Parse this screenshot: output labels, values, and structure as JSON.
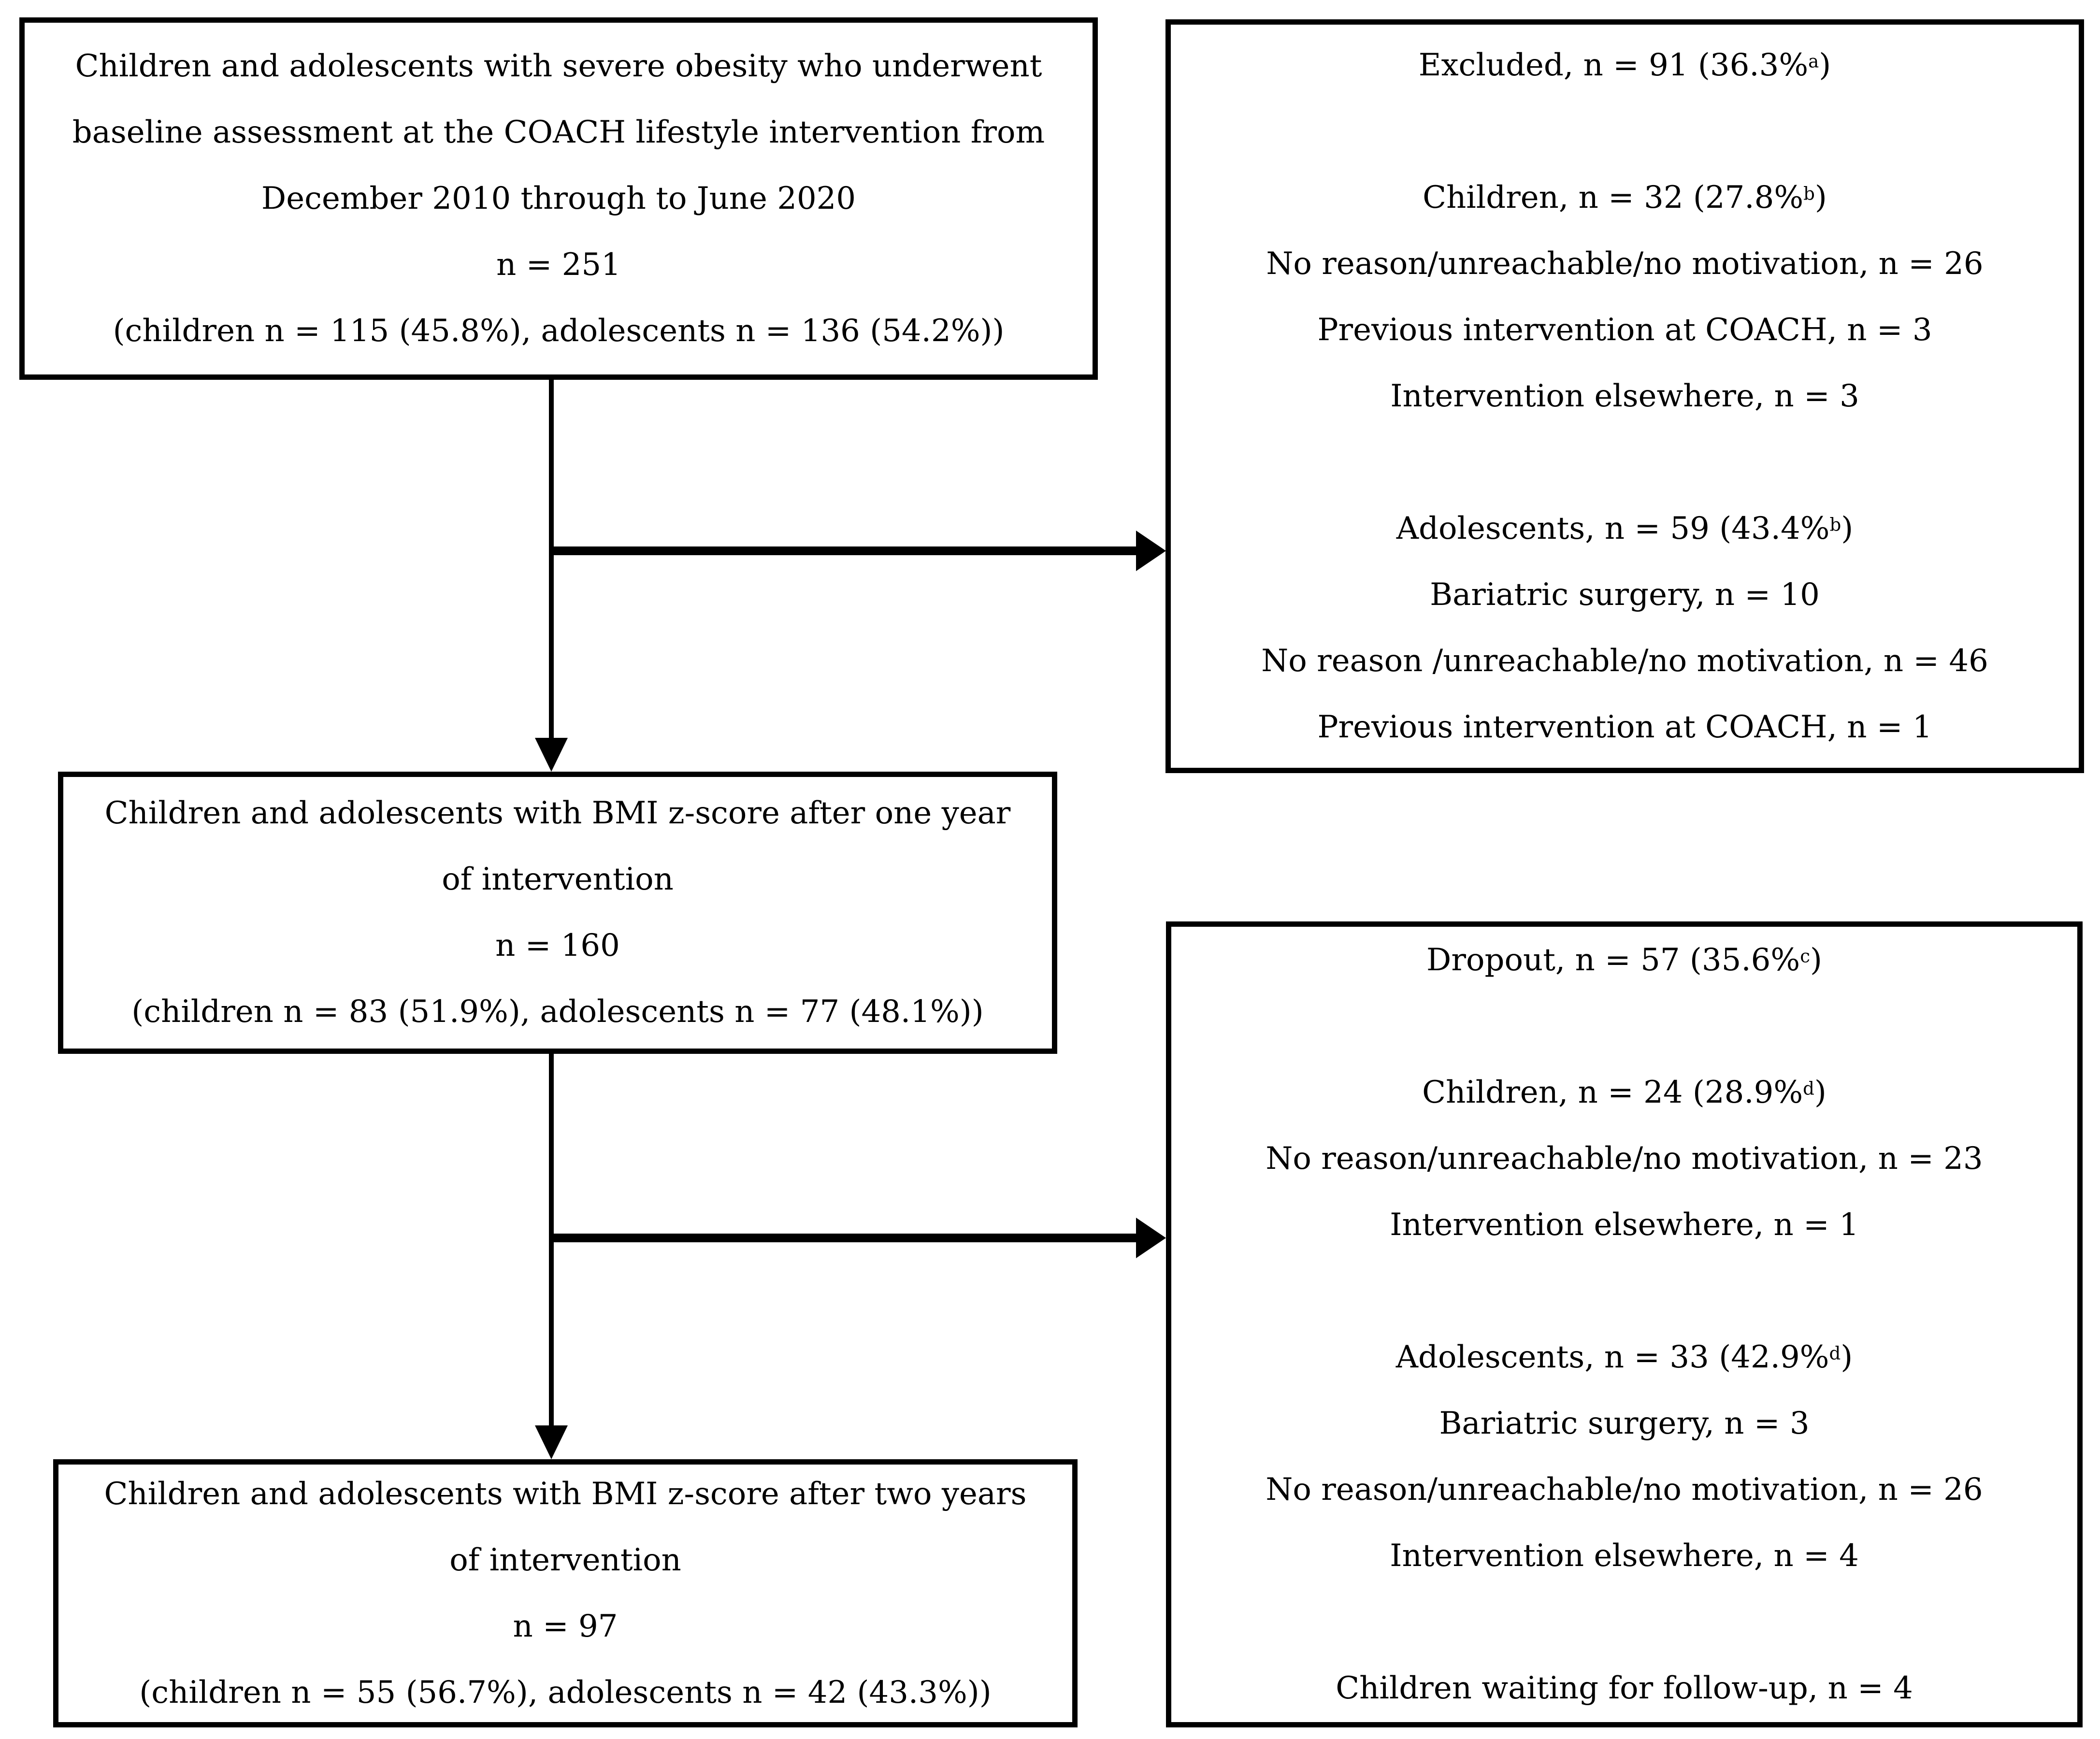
{
  "diagram": {
    "title": "COACH lifestyle intervention participant flow",
    "background_color": "#ffffff",
    "line_color": "#000000",
    "boxes": {
      "baseline": {
        "lines": [
          [
            "Children and adolescents with severe obesity who underwent"
          ],
          [
            "baseline assessment at the COACH lifestyle intervention from"
          ],
          [
            "December 2010 through to June 2020"
          ],
          [
            "n = 251"
          ],
          [
            "(children n = 115 (45.8%), adolescents n = 136 (54.2%))"
          ]
        ]
      },
      "excluded": {
        "lines": [
          [
            "Excluded, n = 91 (36.3%",
            {
              "sup": "a"
            },
            ")"
          ],
          [],
          [
            "Children, n = 32 (27.8%",
            {
              "sup": "b"
            },
            ")"
          ],
          [
            "No reason/unreachable/no motivation, n = 26"
          ],
          [
            "Previous intervention at COACH, n = 3"
          ],
          [
            "Intervention elsewhere, n = 3"
          ],
          [],
          [
            "Adolescents, n = 59 (43.4%",
            {
              "sup": "b"
            },
            ")"
          ],
          [
            "Bariatric surgery, n = 10"
          ],
          [
            "No reason /unreachable/no motivation, n = 46"
          ],
          [
            "Previous intervention at COACH, n = 1"
          ]
        ]
      },
      "one_year": {
        "lines": [
          [
            "Children and adolescents with BMI z-score after one year"
          ],
          [
            "of intervention"
          ],
          [
            "n = 160"
          ],
          [
            "(children n = 83 (51.9%), adolescents n = 77 (48.1%))"
          ]
        ]
      },
      "dropout": {
        "lines": [
          [
            "Dropout, n = 57 (35.6%",
            {
              "sup": "c"
            },
            ")"
          ],
          [],
          [
            "Children, n = 24 (28.9%",
            {
              "sup": "d"
            },
            ")"
          ],
          [
            "No reason/unreachable/no motivation, n = 23"
          ],
          [
            "Intervention elsewhere, n = 1"
          ],
          [],
          [
            "Adolescents, n = 33 (42.9%",
            {
              "sup": "d"
            },
            ")"
          ],
          [
            "Bariatric surgery, n = 3"
          ],
          [
            "No reason/unreachable/no motivation, n = 26"
          ],
          [
            "Intervention elsewhere, n = 4"
          ],
          [],
          [
            "Children waiting for follow-up, n = 4"
          ]
        ]
      },
      "two_year": {
        "lines": [
          [
            "Children and adolescents with BMI z-score after two years"
          ],
          [
            "of intervention"
          ],
          [
            "n = 97"
          ],
          [
            "(children n = 55 (56.7%), adolescents n = 42 (43.3%))"
          ]
        ]
      }
    }
  }
}
